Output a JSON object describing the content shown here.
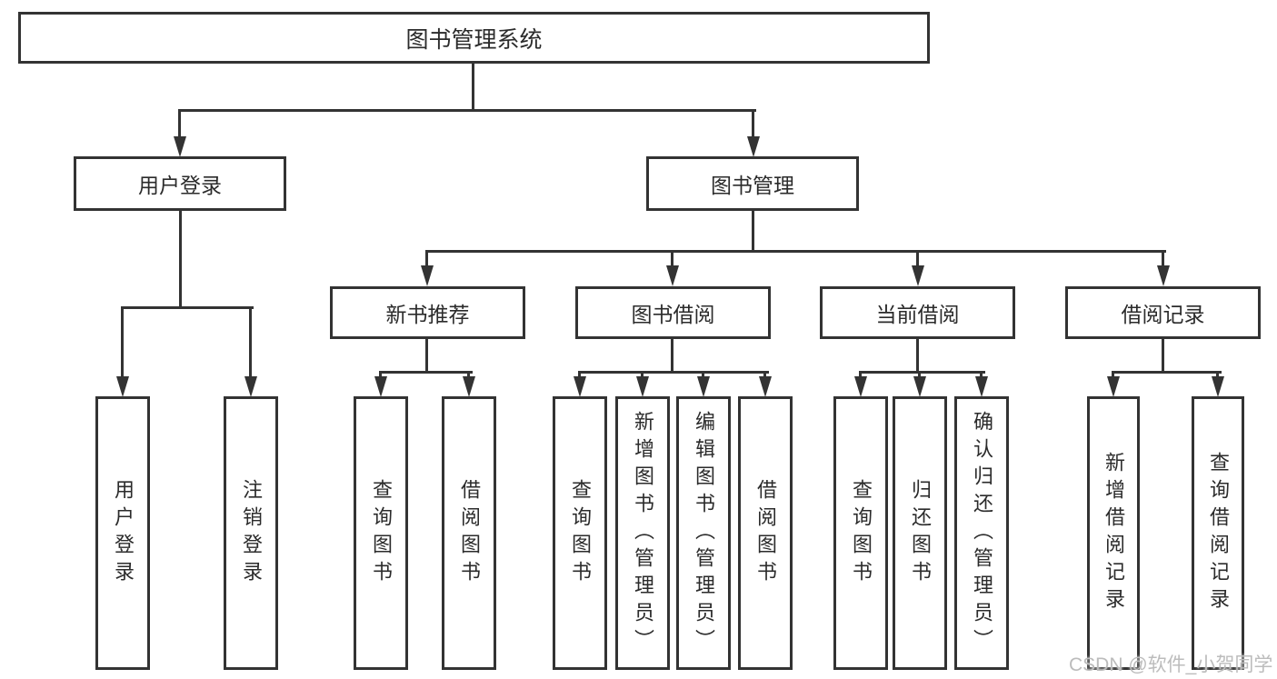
{
  "diagram_type": "org-tree",
  "colors": {
    "line": "#333333",
    "text": "#2b2b2b",
    "background": "#ffffff",
    "watermark": "#bcbcbc"
  },
  "tree": {
    "root": {
      "label": "图书管理系统",
      "children": [
        {
          "label": "用户登录",
          "children": [
            {
              "label": "用户登录"
            },
            {
              "label": "注销登录"
            }
          ]
        },
        {
          "label": "图书管理",
          "children": [
            {
              "label": "新书推荐",
              "children": [
                {
                  "label": "查询图书"
                },
                {
                  "label": "借阅图书"
                }
              ]
            },
            {
              "label": "图书借阅",
              "children": [
                {
                  "label": "查询图书"
                },
                {
                  "label": "新增图书（管理员）"
                },
                {
                  "label": "编辑图书（管理员）"
                },
                {
                  "label": "借阅图书"
                }
              ]
            },
            {
              "label": "当前借阅",
              "children": [
                {
                  "label": "查询图书"
                },
                {
                  "label": "归还图书"
                },
                {
                  "label": "确认归还（管理员）"
                }
              ]
            },
            {
              "label": "借阅记录",
              "children": [
                {
                  "label": "新增借阅记录"
                },
                {
                  "label": "查询借阅记录"
                }
              ]
            }
          ]
        }
      ]
    }
  },
  "watermark": {
    "text": "CSDN @软件_小贺同学"
  }
}
